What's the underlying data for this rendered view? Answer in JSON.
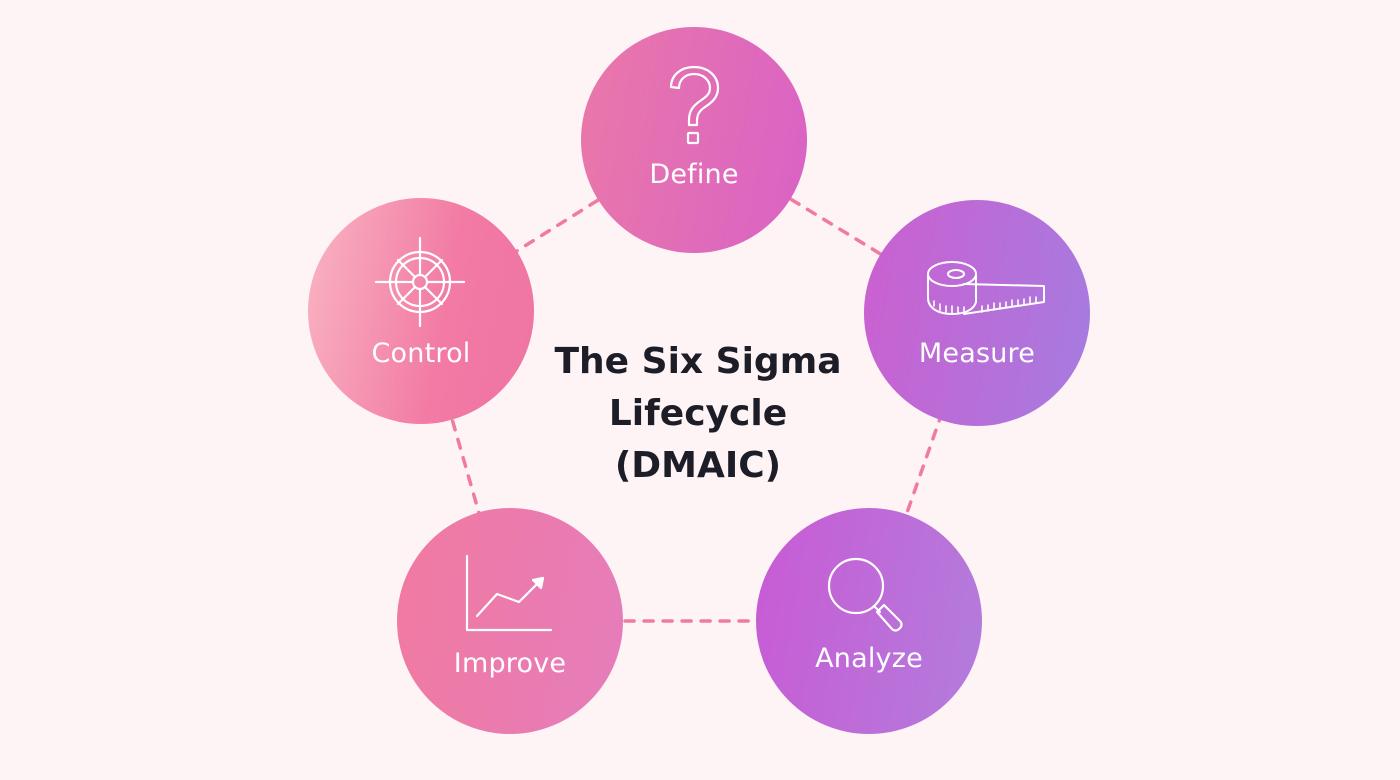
{
  "title": "The Six Sigma\nLifecycle\n(DMAIC)",
  "colors": {
    "background": "#fef3f5",
    "connector": "#f07ba0",
    "title_text": "#1c1d27",
    "node_text": "#ffffff"
  },
  "steps": [
    {
      "label": "Define",
      "icon": "question-mark-icon"
    },
    {
      "label": "Measure",
      "icon": "measuring-tape-icon"
    },
    {
      "label": "Analyze",
      "icon": "magnifying-glass-icon"
    },
    {
      "label": "Improve",
      "icon": "growth-chart-icon"
    },
    {
      "label": "Control",
      "icon": "ship-wheel-icon"
    }
  ]
}
